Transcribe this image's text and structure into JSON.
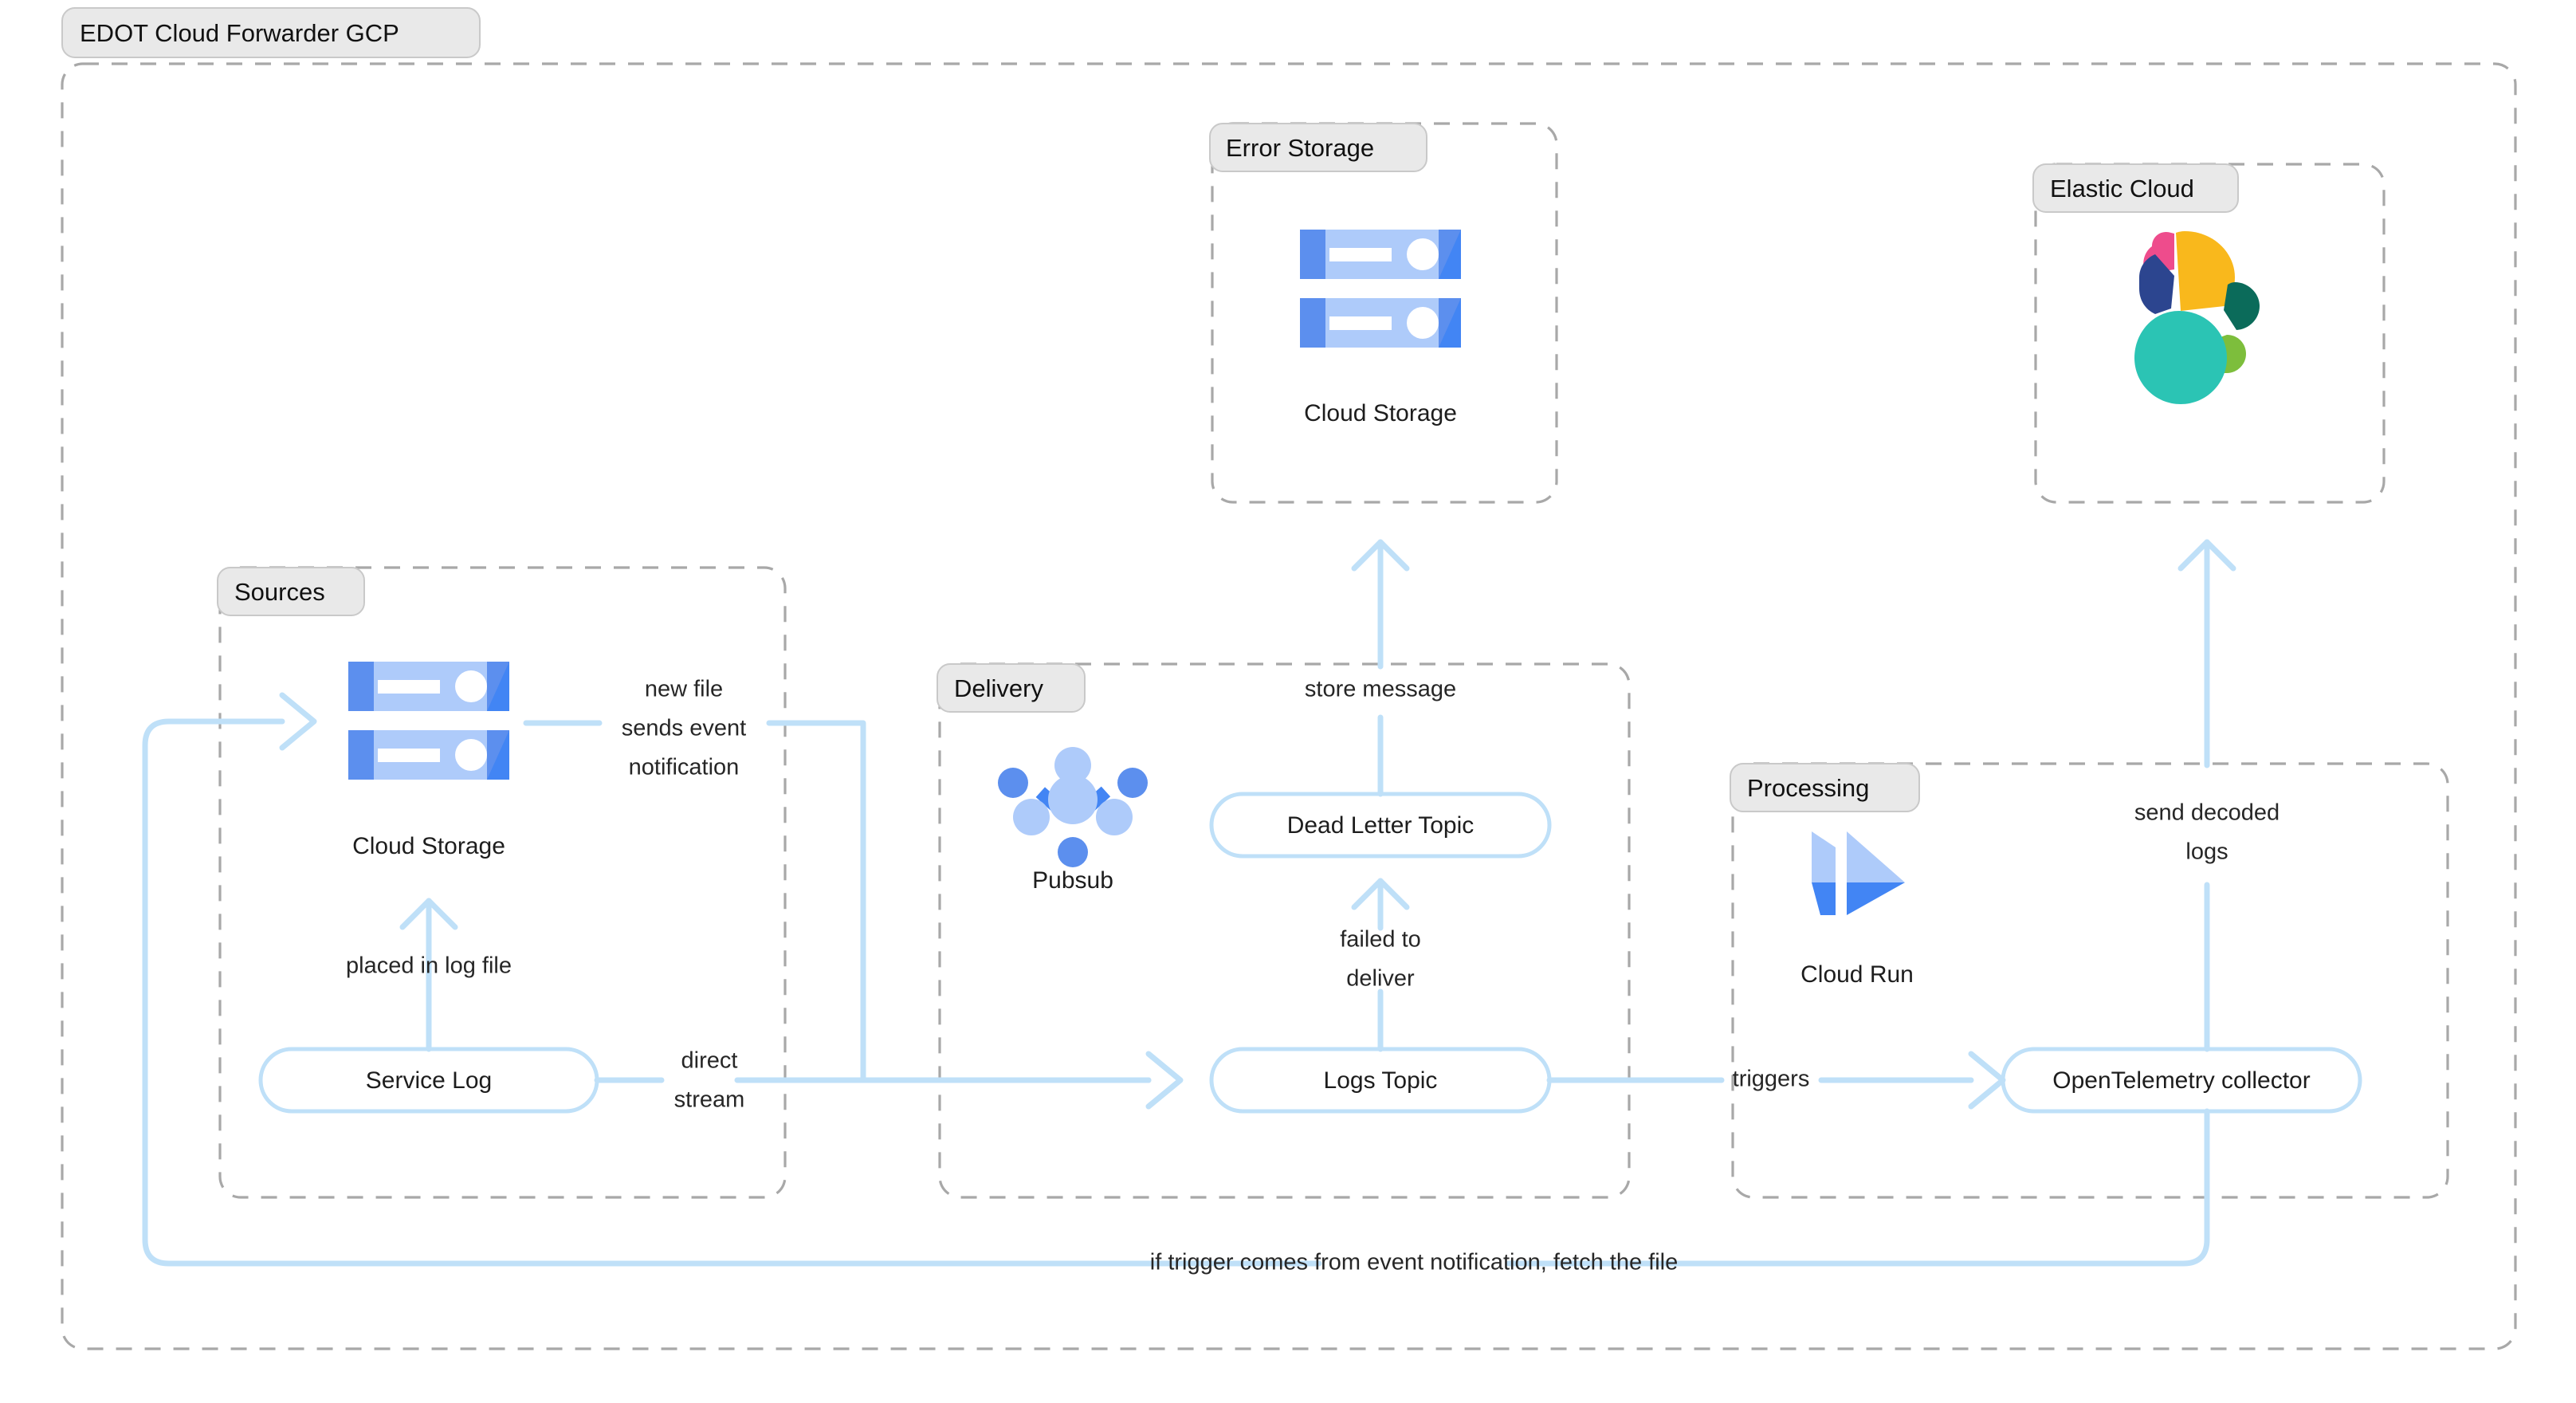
{
  "diagram": {
    "title": "EDOT Cloud Forwarder GCP",
    "groups": [
      {
        "id": "root",
        "label": "EDOT Cloud Forwarder GCP"
      },
      {
        "id": "error",
        "label": "Error Storage"
      },
      {
        "id": "elastic",
        "label": "Elastic Cloud"
      },
      {
        "id": "sources",
        "label": "Sources"
      },
      {
        "id": "delivery",
        "label": "Delivery"
      },
      {
        "id": "processing",
        "label": "Processing"
      }
    ],
    "nodes": [
      {
        "id": "error-cloud-storage",
        "label": "Cloud Storage",
        "kind": "icon-node",
        "icon": "gcp-cloud-storage-icon"
      },
      {
        "id": "elastic-logo",
        "label": "",
        "kind": "icon-only",
        "icon": "elastic-logo-icon"
      },
      {
        "id": "sources-cloud-storage",
        "label": "Cloud Storage",
        "kind": "icon-node",
        "icon": "gcp-cloud-storage-icon"
      },
      {
        "id": "service-log",
        "label": "Service Log",
        "kind": "rounded-box"
      },
      {
        "id": "pubsub",
        "label": "Pubsub",
        "kind": "icon-node",
        "icon": "gcp-pubsub-icon"
      },
      {
        "id": "dead-letter-topic",
        "label": "Dead Letter Topic",
        "kind": "rounded-box"
      },
      {
        "id": "logs-topic",
        "label": "Logs Topic",
        "kind": "rounded-box"
      },
      {
        "id": "cloud-run",
        "label": "Cloud Run",
        "kind": "icon-node",
        "icon": "gcp-cloud-run-icon"
      },
      {
        "id": "otel-collector",
        "label": "OpenTelemetry collector",
        "kind": "rounded-box"
      }
    ],
    "edges": [
      {
        "id": "edge-event-notification",
        "label_lines": [
          "new file",
          "sends event",
          "notification"
        ],
        "from": "sources-cloud-storage",
        "to": "logs-topic"
      },
      {
        "id": "edge-placed-in-log-file",
        "label_lines": [
          "placed in log file"
        ],
        "from": "service-log",
        "to": "sources-cloud-storage"
      },
      {
        "id": "edge-direct-stream",
        "label_lines": [
          "direct",
          "stream"
        ],
        "from": "service-log",
        "to": "logs-topic"
      },
      {
        "id": "edge-store-message",
        "label_lines": [
          "store message"
        ],
        "from": "dead-letter-topic",
        "to": "error-cloud-storage"
      },
      {
        "id": "edge-failed-to-deliver",
        "label_lines": [
          "failed to",
          "deliver"
        ],
        "from": "logs-topic",
        "to": "dead-letter-topic"
      },
      {
        "id": "edge-triggers",
        "label_lines": [
          "triggers"
        ],
        "from": "logs-topic",
        "to": "otel-collector"
      },
      {
        "id": "edge-send-decoded-logs",
        "label_lines": [
          "send decoded",
          "logs"
        ],
        "from": "otel-collector",
        "to": "elastic-logo"
      },
      {
        "id": "edge-fetch-the-file",
        "label_lines": [
          "if trigger comes from event notification, fetch the file"
        ],
        "from": "otel-collector",
        "to": "sources-cloud-storage"
      }
    ],
    "colors": {
      "flow": "#bfe0f8",
      "container_border": "#a8a8a8",
      "group_pill_bg": "#e9e9e9",
      "node_border": "#bfe0f8",
      "gcp_blue_light": "#aecbfa",
      "gcp_blue": "#5c8fee",
      "gcp_blue_dark": "#4285f4",
      "elastic_pink": "#ee4c8c",
      "elastic_yellow": "#f9b81c",
      "elastic_navy": "#2c458f",
      "elastic_teal": "#2bc4b4",
      "elastic_green_dark": "#0b6b5a",
      "elastic_green_light": "#7dbe3c"
    }
  }
}
